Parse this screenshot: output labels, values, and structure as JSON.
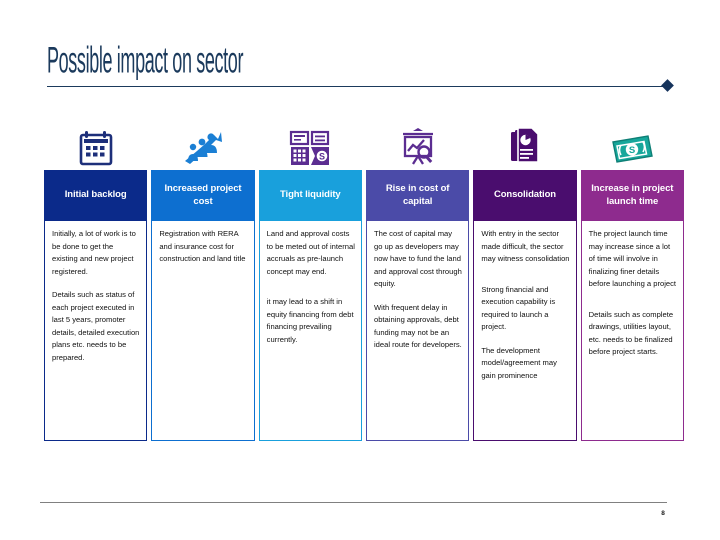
{
  "slide": {
    "title": "Possible impact on sector",
    "page_number": "8",
    "accent_colors": {
      "title": "#1b3a5c",
      "rule": "#1b3a5c",
      "diamond": "#16345c",
      "footer_rule": "#808080"
    }
  },
  "columns": [
    {
      "icon": "calendar-icon",
      "icon_color": "#1d2f7a",
      "header": "Initial backlog",
      "header_color": "#0b2a8a",
      "border_color": "#0b2a8a",
      "paragraphs": [
        "Initially, a lot of work is to be done to get the existing and new project registered.",
        "Details such as status of each project executed in last 5 years, promoter details, detailed execution plans etc. needs to be prepared."
      ]
    },
    {
      "icon": "people-growth-icon",
      "icon_color": "#1b7fd4",
      "header": "Increased project cost",
      "header_color": "#0d6fd0",
      "border_color": "#0d6fd0",
      "paragraphs": [
        "Registration with RERA and insurance cost for construction and land title"
      ]
    },
    {
      "icon": "calculator-money-icon",
      "icon_color": "#5b2d91",
      "header": "Tight liquidity",
      "header_color": "#19a0dc",
      "border_color": "#19a0dc",
      "paragraphs": [
        "Land and approval costs to be meted out of internal accruals as pre-launch concept may end.",
        "it may lead to a shift in equity financing from debt financing prevailing currently."
      ]
    },
    {
      "icon": "chart-search-icon",
      "icon_color": "#5b2d91",
      "header": "Rise in cost of capital",
      "header_color": "#4b4ba8",
      "border_color": "#4b4ba8",
      "paragraphs": [
        "The cost of capital may go up as developers may now have to fund the land and approval cost through equity.",
        "With frequent delay in obtaining approvals, debt funding may not be an ideal route for developers."
      ]
    },
    {
      "icon": "documents-report-icon",
      "icon_color": "#4a0d6e",
      "header": "Consolidation",
      "header_color": "#4a0d6e",
      "border_color": "#4a0d6e",
      "paragraphs": [
        "With entry in the sector made difficult, the sector may witness consolidation",
        "Strong financial and execution capability is required to launch a project.",
        "The development model/agreement may gain prominence"
      ]
    },
    {
      "icon": "banknote-icon",
      "icon_color": "#17a79b",
      "header": "Increase in project launch time",
      "header_color": "#8e2b8e",
      "border_color": "#8e2b8e",
      "paragraphs": [
        "The project launch time may increase since a lot of time will involve in finalizing finer details before launching a project",
        "Details such as complete drawings, utilities layout, etc. needs to be finalized before project starts."
      ]
    }
  ]
}
